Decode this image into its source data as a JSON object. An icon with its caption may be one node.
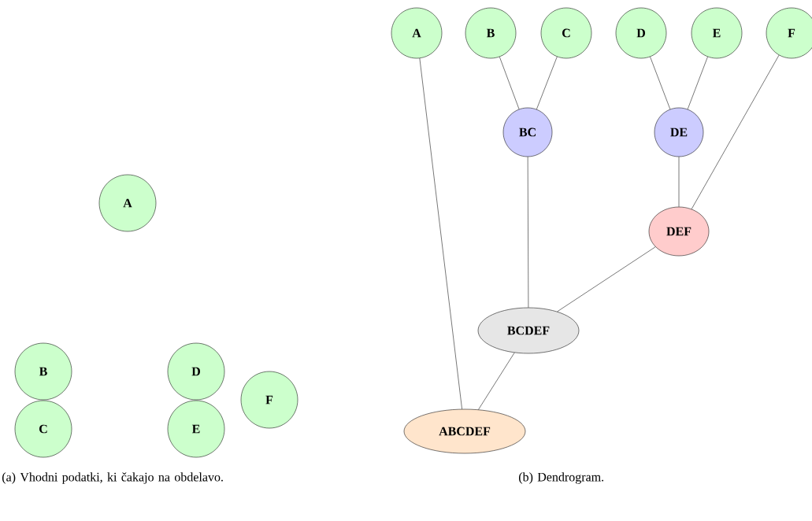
{
  "diagram": {
    "nodes": [
      {
        "text": [
          "**A**"
        ]
      },
      {
        "text": [
          "**B**"
        ]
      },
      {
        "text": [
          "**C**"
        ]
      },
      {
        "text": [
          "**D**"
        ]
      },
      {
        "text": [
          "**E**"
        ]
      },
      {
        "text": [
          "**F**"
        ]
      },
      {
        "text": [
          "**A**"
        ]
      },
      {
        "text": [
          "**B**"
        ]
      },
      {
        "text": [
          "**C**"
        ]
      },
      {
        "text": [
          "**D**"
        ]
      },
      {
        "text": [
          "**E**"
        ]
      },
      {
        "text": [
          "**F**"
        ]
      },
      {
        "text": [
          "**BC**"
        ]
      },
      {
        "text": [
          "**DE**"
        ]
      },
      {
        "text": [
          "**DEF**"
        ]
      },
      {
        "text": [
          "**BCDEF**"
        ]
      },
      {
        "text": [
          "**ABCDEF**"
        ]
      }
    ],
    "edges": [
      {
        "from": 6,
        "to": 16,
        "arrow": "none"
      },
      {
        "from": 7,
        "to": 12,
        "arrow": "none"
      },
      {
        "from": 8,
        "to": 12,
        "arrow": "none"
      },
      {
        "from": 9,
        "to": 13,
        "arrow": "none"
      },
      {
        "from": 10,
        "to": 13,
        "arrow": "none"
      },
      {
        "from": 11,
        "to": 14,
        "arrow": "none"
      },
      {
        "from": 13,
        "to": 14,
        "arrow": "none"
      },
      {
        "from": 12,
        "to": 15,
        "arrow": "none"
      },
      {
        "from": 14,
        "to": 15,
        "arrow": "none"
      },
      {
        "from": 15,
        "to": 16,
        "arrow": "none"
      }
    ],
    "labels": [
      "(a) Vhodni podatki, ki čakajo na obdelavo.",
      "(b) Dendrogram."
    ]
  }
}
